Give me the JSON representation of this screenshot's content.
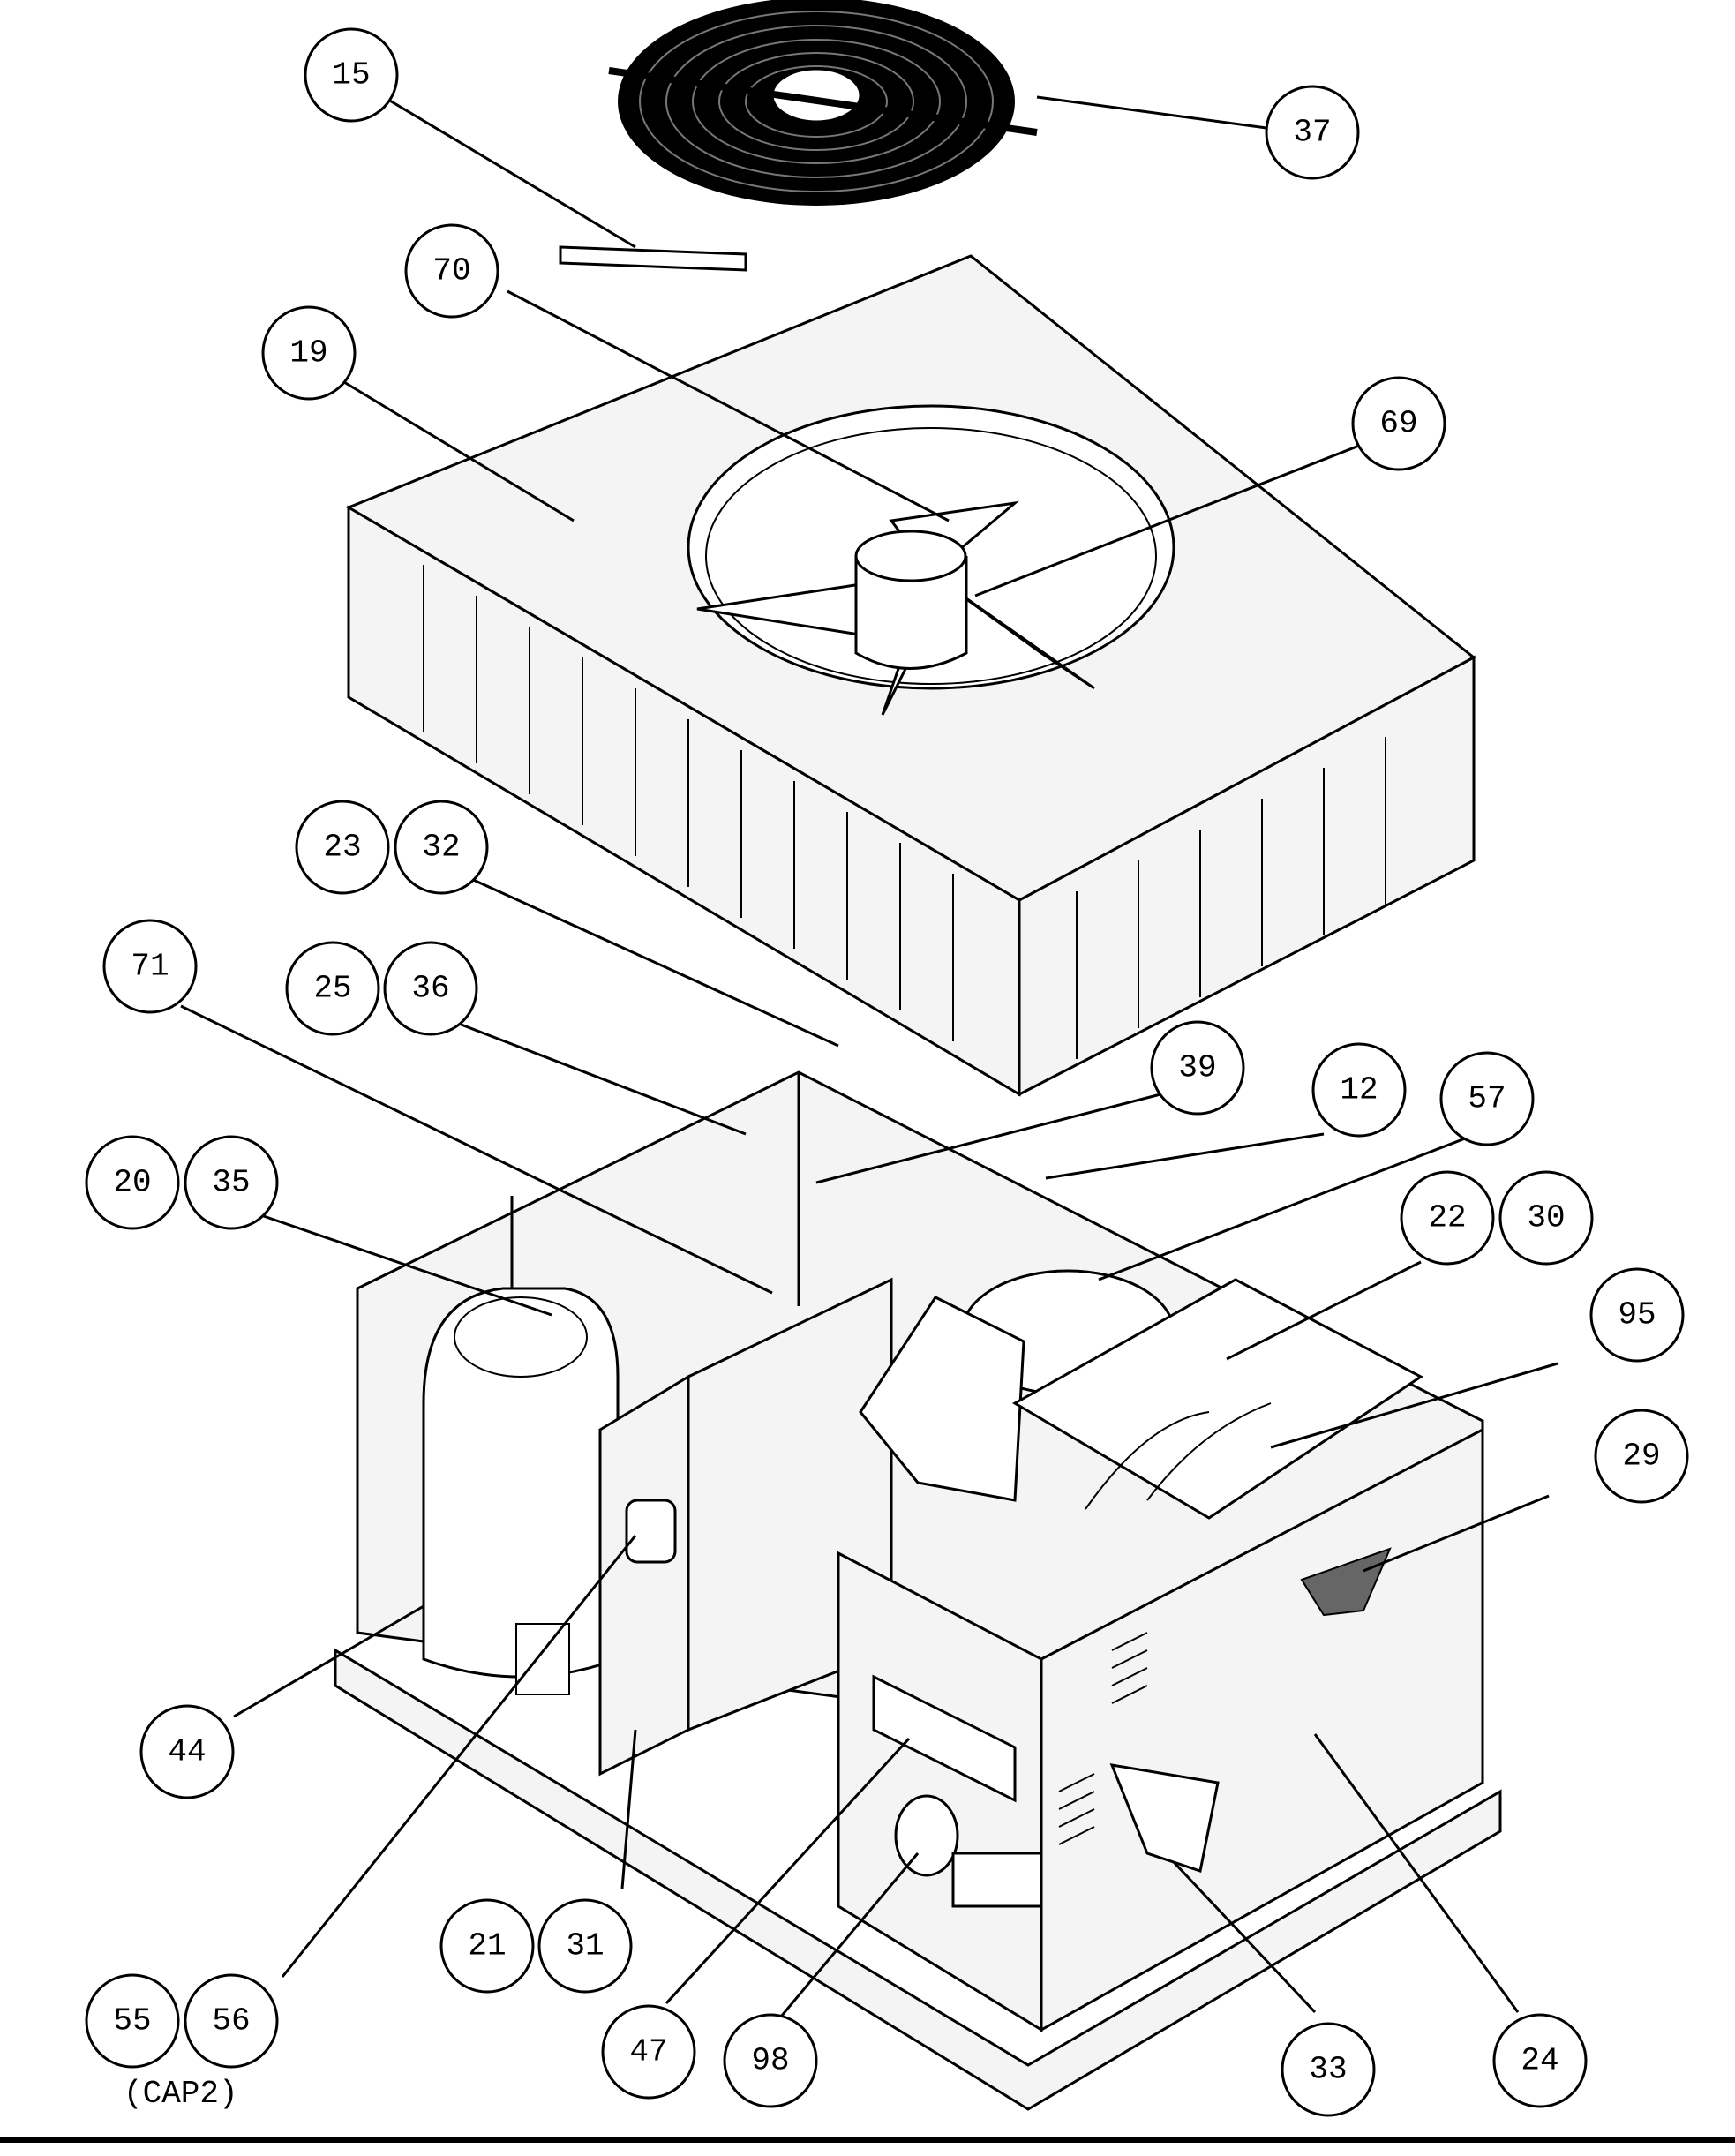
{
  "callouts": {
    "c15": "15",
    "c37": "37",
    "c70": "70",
    "c19": "19",
    "c69": "69",
    "c23": "23",
    "c32": "32",
    "c71": "71",
    "c25": "25",
    "c36": "36",
    "c39": "39",
    "c12": "12",
    "c57": "57",
    "c20": "20",
    "c35": "35",
    "c22": "22",
    "c30": "30",
    "c95": "95",
    "c29": "29",
    "c44": "44",
    "c21": "21",
    "c31": "31",
    "c55": "55",
    "c56": "56",
    "c47": "47",
    "c98": "98",
    "c33": "33",
    "c24": "24"
  },
  "notes": {
    "cap2": "(CAP2)"
  }
}
